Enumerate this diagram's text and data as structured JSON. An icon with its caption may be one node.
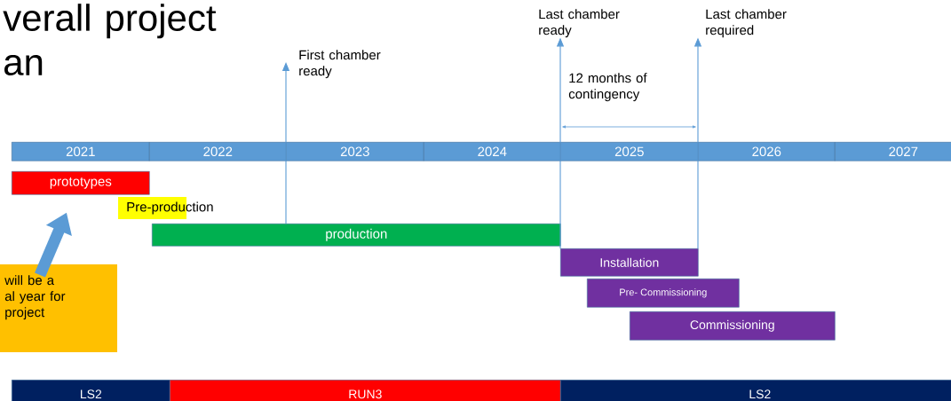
{
  "diagram": {
    "title": "verall project an",
    "nodes": [
      {
        "text": [
          "2021"
        ]
      },
      {
        "text": [
          "2022"
        ]
      },
      {
        "text": [
          "2023"
        ]
      },
      {
        "text": [
          "2024"
        ]
      },
      {
        "text": [
          "2025"
        ]
      },
      {
        "text": [
          "2026"
        ]
      },
      {
        "text": [
          "2027"
        ]
      },
      {
        "text": [
          "prototypes"
        ]
      },
      {
        "text": [
          "Pre-production"
        ]
      },
      {
        "text": [
          "production"
        ]
      },
      {
        "text": [
          "Installation"
        ]
      },
      {
        "text": [
          "Pre- Commissioning"
        ]
      },
      {
        "text": [
          "Commissioning"
        ]
      },
      {
        "text": [
          "will be a al year for project"
        ]
      },
      {
        "text": [
          "First chamber ready"
        ]
      },
      {
        "text": [
          "Last chamber ready"
        ]
      },
      {
        "text": [
          "Last chamber required"
        ]
      },
      {
        "text": [
          "LS2"
        ]
      },
      {
        "text": [
          "RUN3"
        ]
      },
      {
        "text": [
          "LS2"
        ]
      }
    ],
    "edges": [
      {
        "from": 13,
        "to": 7,
        "arrow": "to",
        "style": "thick"
      },
      {
        "from": 9,
        "to": 14,
        "arrow": "to"
      },
      {
        "from": 10,
        "to": 15,
        "arrow": "to"
      },
      {
        "from": 10,
        "to": 16,
        "arrow": "to"
      }
    ],
    "labels": [
      "12 months of contingency"
    ]
  }
}
